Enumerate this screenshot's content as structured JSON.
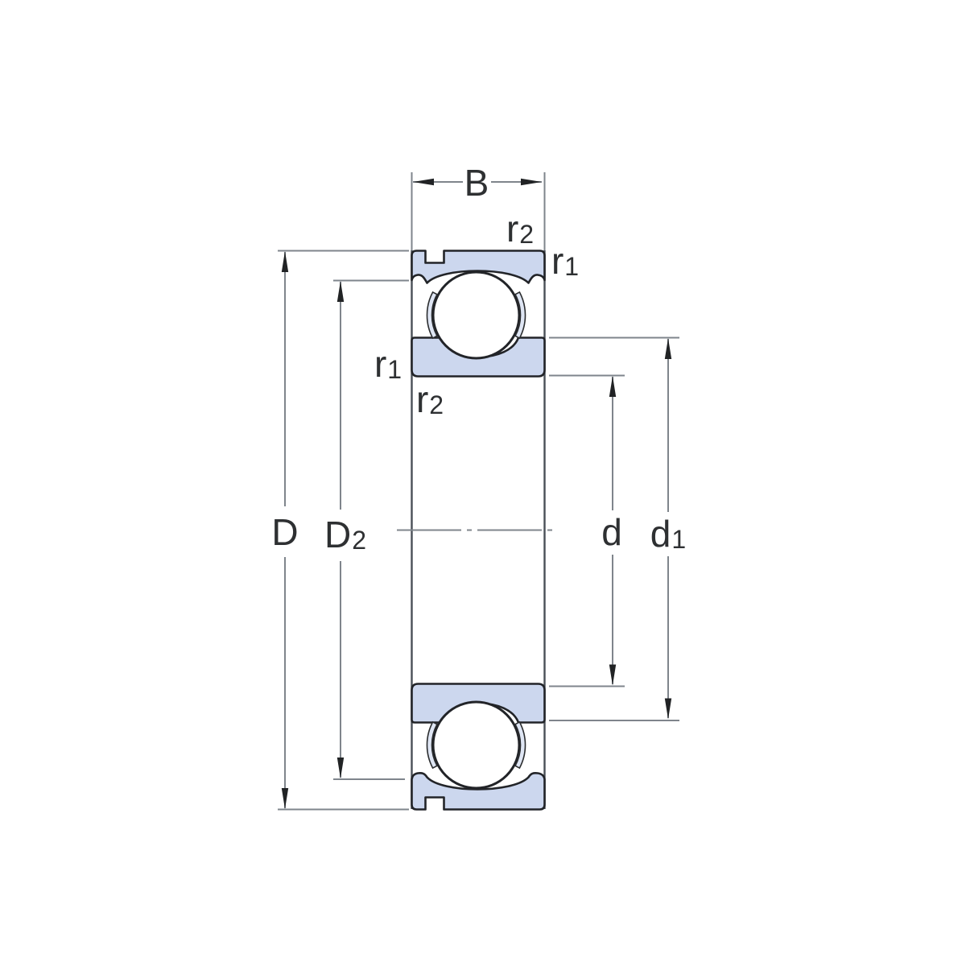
{
  "diagram": {
    "title_hint": "ball bearing cross-section dimension drawing",
    "labels": {
      "B": {
        "base": "B",
        "sub": ""
      },
      "D": {
        "base": "D",
        "sub": ""
      },
      "D2": {
        "base": "D",
        "sub": "2"
      },
      "d": {
        "base": "d",
        "sub": ""
      },
      "d1": {
        "base": "d",
        "sub": "1"
      },
      "r2_top": {
        "base": "r",
        "sub": "2"
      },
      "r1_top": {
        "base": "r",
        "sub": "1"
      },
      "r1_side": {
        "base": "r",
        "sub": "1"
      },
      "r2_side": {
        "base": "r",
        "sub": "2"
      }
    },
    "colors": {
      "background": "#ffffff",
      "ring_fill": "#ccd7ee",
      "cage_fill": "#dfe6f4",
      "outline": "#222428",
      "silhouette_line": "#4a5057",
      "dimension_line": "#7f858c",
      "arrow": "#212325",
      "label_text": "#2e3032"
    }
  }
}
